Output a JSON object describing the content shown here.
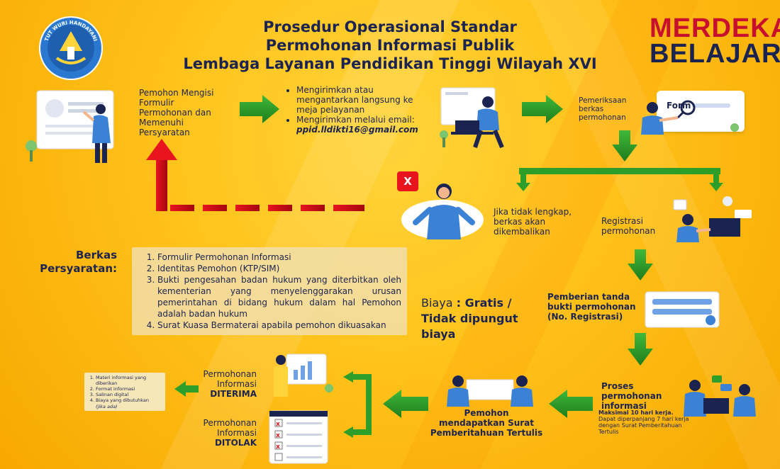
{
  "header": {
    "line1": "Prosedur Operasional Standar",
    "line2": "Permohonan Informasi Publik",
    "line3": "Lembaga Layanan Pendidikan Tinggi Wilayah XVI",
    "logo_text": "TUT WURI HANDAYANI",
    "brand_line1": "MERDEKA",
    "brand_line2": "BELAJAR"
  },
  "steps": {
    "step1": "Pemohon Mengisi Formulir Permohonan dan Memenuhi Persyaratan",
    "step2_bullets": [
      "Mengirimkan atau mengantarkan langsung ke meja pelayanan",
      "Mengirimkan melalui email:"
    ],
    "email": "ppid.lldikti16@gmail.com",
    "step3": "Pemeriksaan berkas permohonan",
    "form_label": "Form",
    "incomplete": "Jika tidak lengkap, berkas akan dikembalikan",
    "x_mark": "X",
    "registration": "Registrasi permohonan",
    "receipt": "Pemberian tanda bukti permohonan (No. Registrasi)",
    "process_title": "Proses permohonan informasi",
    "process_note_bold": "Maksimal 10 hari kerja.",
    "process_note": "Dapat diperpanjang 7 hari kerja dengan Surat Pemberitahuan Tertulis",
    "notice": "Pemohon mendapatkan Surat Pemberitahuan Tertulis",
    "accepted_prefix": "Permohonan Informasi",
    "accepted_status": "DITERIMA",
    "rejected_prefix": "Permohonan Informasi",
    "rejected_status": "DITOLAK",
    "accepted_items": [
      "Materi informasi yang diberikan",
      "Format informasi",
      "Salinan digital",
      "Biaya yang dibutuhkan"
    ],
    "accepted_items_note": "(jika ada)"
  },
  "requirements": {
    "heading": "Berkas Persyaratan:",
    "items": [
      "Formulir Permohonan Informasi",
      "Identitas Pemohon (KTP/SIM)",
      "Bukti pengesahan badan hukum yang diterbitkan oleh kementerian yang menyelenggarakan urusan pemerintahan di bidang hukum dalam hal Pemohon adalah badan hukum",
      "Surat Kuasa Bermaterai apabila pemohon dikuasakan"
    ]
  },
  "fee": {
    "label": "Biaya",
    "value": ": Gratis / Tidak dipungut biaya"
  },
  "colors": {
    "navy": "#1b2350",
    "green": "#2e9e2a",
    "red": "#d0101e",
    "yellow": "#ffc21a",
    "blue": "#3b82d6"
  }
}
